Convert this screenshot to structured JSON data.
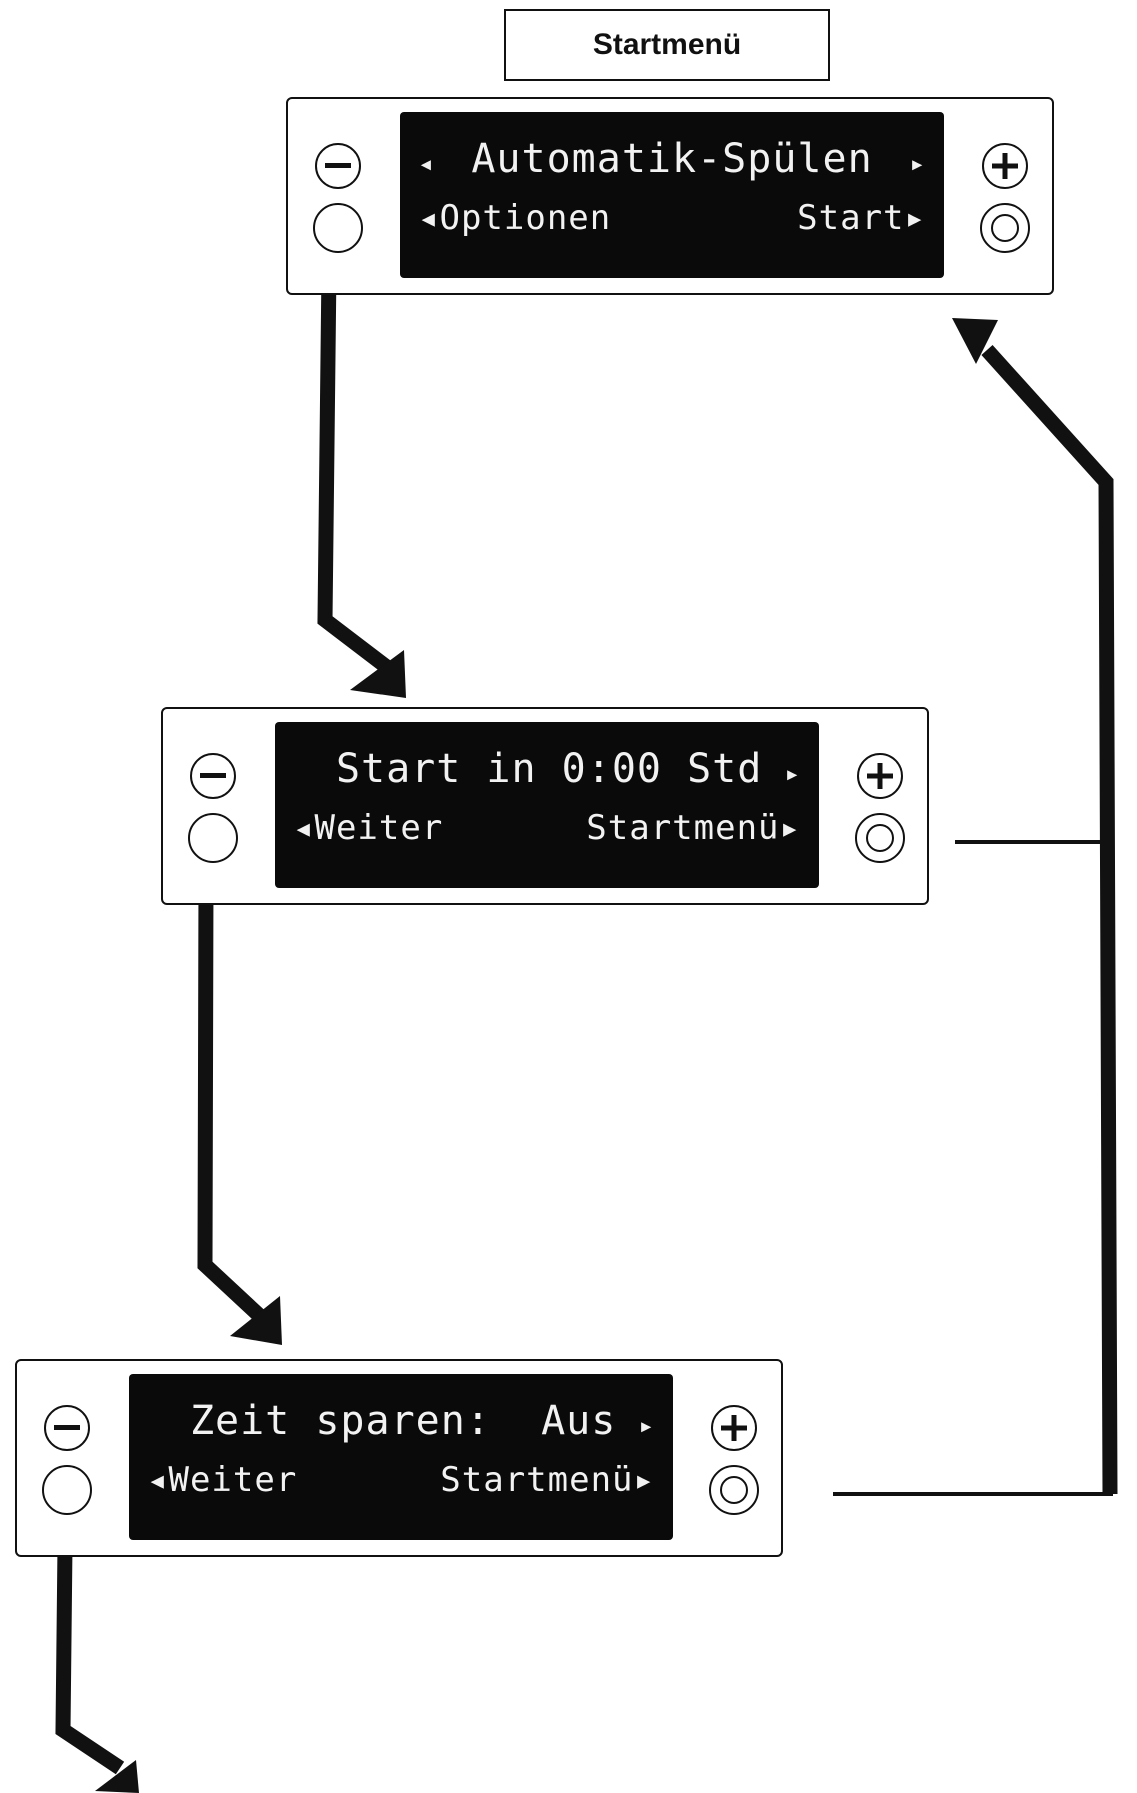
{
  "start_menu_title": "Startmenü",
  "screens": [
    {
      "line1_left_arrow": "◂",
      "line1_text": "Automatik-Spülen",
      "line1_right_arrow": "▸",
      "line2_left": "◂Optionen",
      "line2_right": "Start▸"
    },
    {
      "line1_text": "Start in 0:00 Std",
      "line1_right_arrow": "▸",
      "line2_left": "◂Weiter",
      "line2_right": "Startmenü▸"
    },
    {
      "line1_text": "Zeit sparen:  Aus",
      "line1_right_arrow": "▸",
      "line2_left": "◂Weiter",
      "line2_right": "Startmenü▸"
    }
  ],
  "icons": {
    "minus": "minus-circle-icon",
    "plus": "plus-circle-icon",
    "ring": "double-ring-icon",
    "blank": "empty-circle-icon"
  }
}
